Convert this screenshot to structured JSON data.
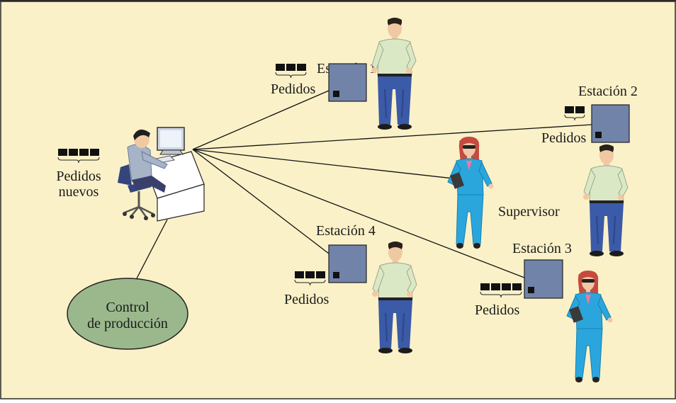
{
  "workstation": {
    "label_line1": "Pedidos",
    "label_line2": "nuevos",
    "queue_count": 4
  },
  "production_control": {
    "line1": "Control",
    "line2": "de producción"
  },
  "supervisor": {
    "label": "Supervisor"
  },
  "stations": [
    {
      "name": "Estación 1",
      "orders_label": "Pedidos",
      "queue_count": 3
    },
    {
      "name": "Estación 2",
      "orders_label": "Pedidos",
      "queue_count": 2
    },
    {
      "name": "Estación 3",
      "orders_label": "Pedidos",
      "queue_count": 4
    },
    {
      "name": "Estación 4",
      "orders_label": "Pedidos",
      "queue_count": 3
    }
  ],
  "colors": {
    "background": "#fbf1c8",
    "border": "#2a2a2a",
    "station_fill": "#7183a9",
    "queue_block": "#111111",
    "ellipse_fill": "#9bb88d",
    "shirt": "#dbe8c5",
    "jeans": "#3b5aa8",
    "suit": "#2aa6dd",
    "hair_red": "#c64a3e"
  }
}
